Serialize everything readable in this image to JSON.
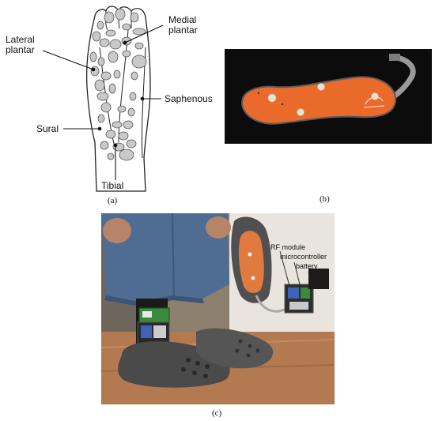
{
  "figure_a": {
    "labels": {
      "medial": "Medial plantar",
      "lateral": "Lateral plantar",
      "saphenous": "Saphenous",
      "sural": "Sural",
      "tibial": "Tibial"
    },
    "caption": "(a)"
  },
  "figure_b": {
    "caption": "(b)"
  },
  "figure_c": {
    "callouts": [
      "RF module",
      "microcontroller",
      "battery"
    ],
    "caption": "(c)"
  },
  "colors": {
    "insole_orange": "#ea6a2c",
    "sensor_grey": "#bdbdbd",
    "board_green": "#3a8a3c"
  }
}
